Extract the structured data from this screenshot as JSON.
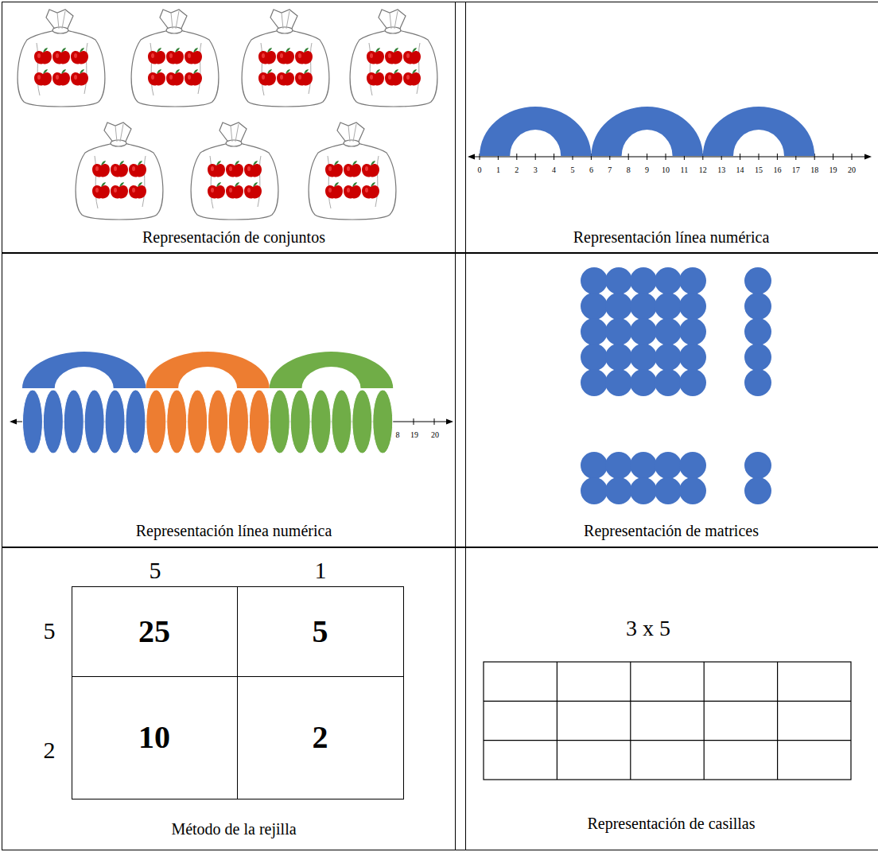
{
  "diagram": {
    "nodes": [
      {
        "text": [
          "Representación de conjuntos"
        ]
      },
      {
        "text": [
          "Representación línea numérica"
        ]
      },
      {
        "text": [
          "Representación línea numérica"
        ]
      },
      {
        "text": [
          "Representación de matrices"
        ]
      },
      {
        "text": [
          "Método de la rejilla"
        ]
      },
      {
        "text": [
          "25"
        ],
        "in": 4
      },
      {
        "text": [
          "5"
        ],
        "in": 4
      },
      {
        "text": [
          "10"
        ],
        "in": 4
      },
      {
        "text": [
          "2"
        ],
        "in": 4
      },
      {
        "text": [
          "Representación de casillas"
        ]
      }
    ],
    "labels": [
      "0",
      "1",
      "2",
      "3",
      "4",
      "5",
      "6",
      "7",
      "8",
      "9",
      "10",
      "11",
      "12",
      "13",
      "14",
      "15",
      "16",
      "17",
      "18",
      "19",
      "20",
      "8",
      "19",
      "20",
      "5",
      "1",
      "5",
      "2",
      "3 x 5"
    ]
  }
}
